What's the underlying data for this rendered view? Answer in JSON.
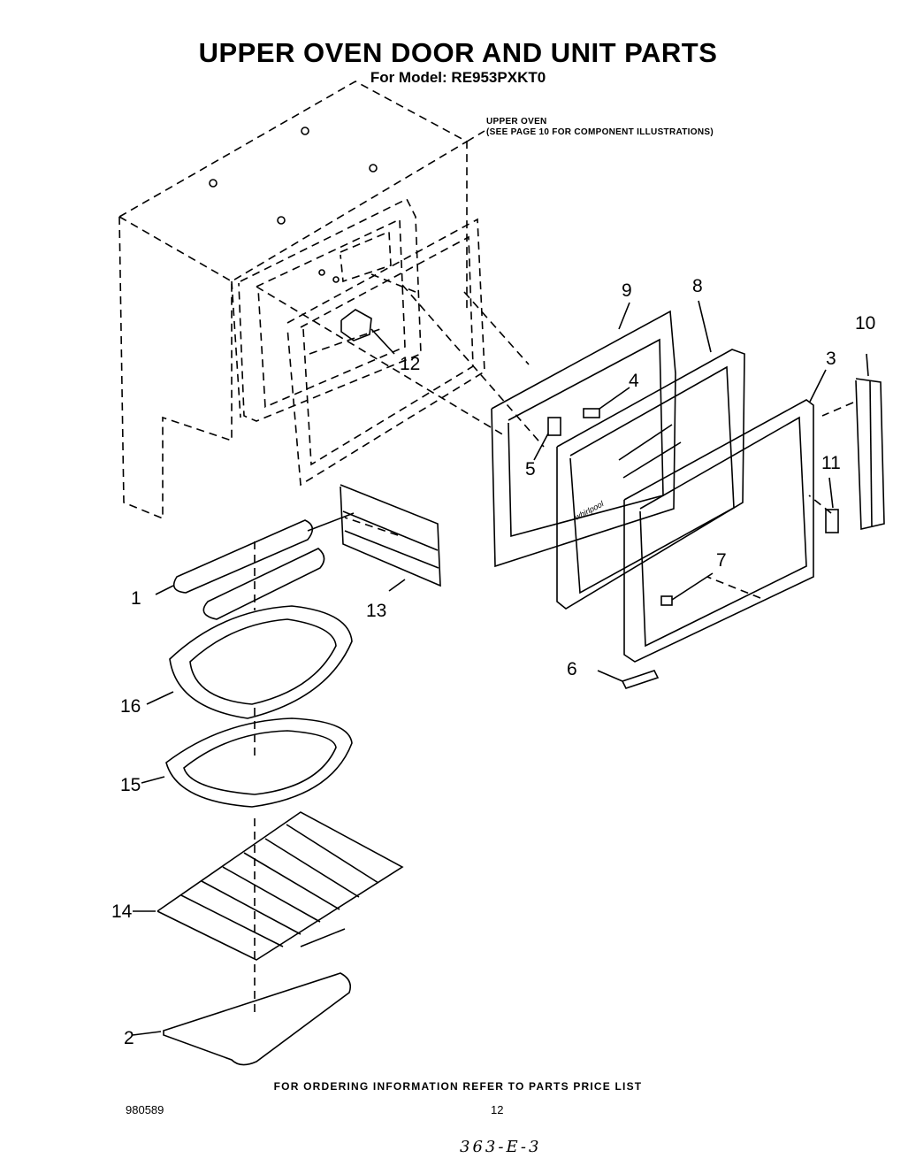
{
  "title": "UPPER OVEN DOOR AND UNIT PARTS",
  "model": "For Model: RE953PXKT0",
  "note": {
    "line1": "UPPER OVEN",
    "line2": "(SEE PAGE 10 FOR COMPONENT ILLUSTRATIONS)"
  },
  "footer": {
    "ordering": "FOR ORDERING INFORMATION REFER TO PARTS PRICE LIST",
    "doc_number": "980589",
    "page": "12",
    "handwritten": "363-E-3"
  },
  "callouts": [
    "1",
    "2",
    "3",
    "4",
    "5",
    "6",
    "7",
    "8",
    "9",
    "10",
    "11",
    "12",
    "13",
    "14",
    "15",
    "16"
  ],
  "brand_mark": "whirlpool"
}
